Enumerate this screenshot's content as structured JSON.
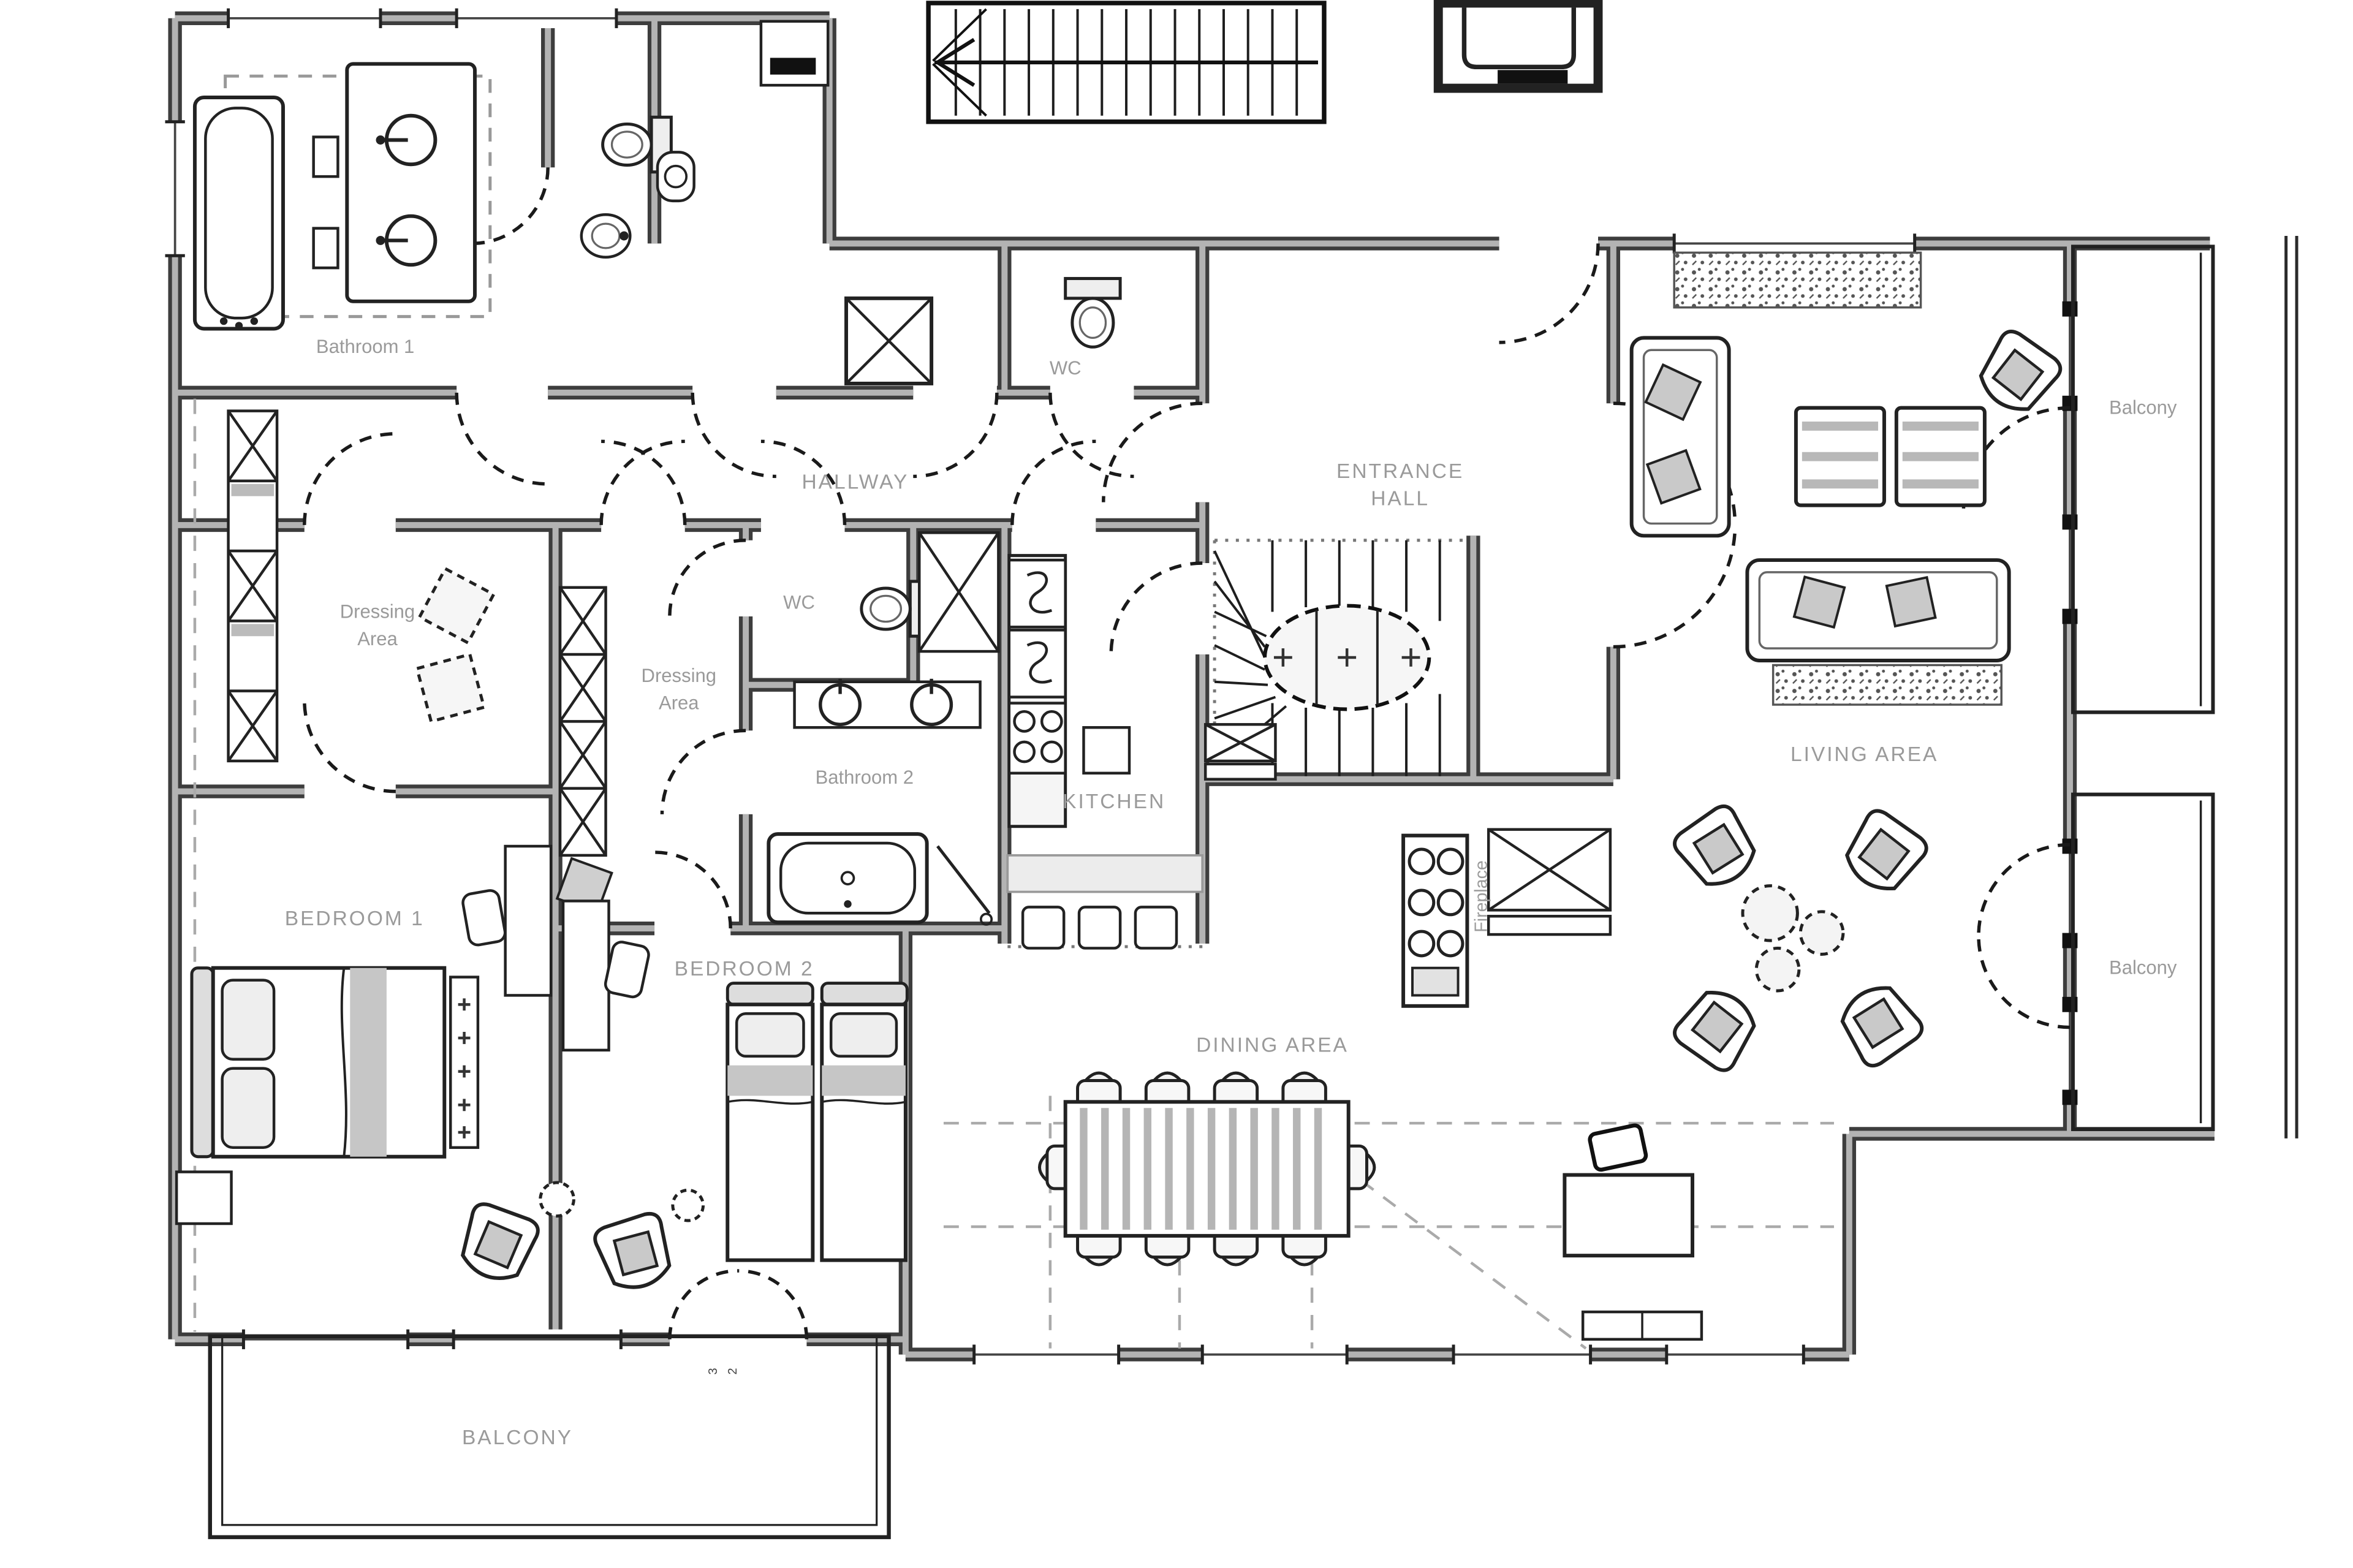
{
  "floor_plan": {
    "rooms": {
      "bathroom_1": {
        "label": "Bathroom 1"
      },
      "wc_top": {
        "label": "WC"
      },
      "hallway": {
        "label": "HALLWAY"
      },
      "entrance_hall": {
        "label_line1": "ENTRANCE",
        "label_line2": "HALL"
      },
      "balcony_upper_right": {
        "label": "Balcony"
      },
      "dressing_area_left": {
        "label_line1": "Dressing",
        "label_line2": "Area"
      },
      "wc_middle": {
        "label": "WC"
      },
      "dressing_area_middle": {
        "label_line1": "Dressing",
        "label_line2": "Area"
      },
      "bathroom_2": {
        "label": "Bathroom 2"
      },
      "kitchen": {
        "label": "KITCHEN"
      },
      "living_area": {
        "label": "LIVING AREA"
      },
      "bedroom_1": {
        "label": "BEDROOM 1"
      },
      "bedroom_2": {
        "label": "BEDROOM 2"
      },
      "fireplace": {
        "label": "Fireplace"
      },
      "dining_area": {
        "label": "DINING AREA"
      },
      "balcony_lower_right": {
        "label": "Balcony"
      },
      "balcony_bottom": {
        "label": "BALCONY"
      }
    },
    "annotations": {
      "balcony_door_left": "3",
      "balcony_door_right": "2"
    },
    "colors": {
      "background": "#ffffff",
      "wall_outline": "#3d3d3d",
      "wall_core": "#b3b3b3",
      "label_text": "#9a9a9a",
      "furniture_line": "#222222",
      "cushion_fill": "#c9c9c9",
      "rug_dot": "#555555"
    }
  }
}
